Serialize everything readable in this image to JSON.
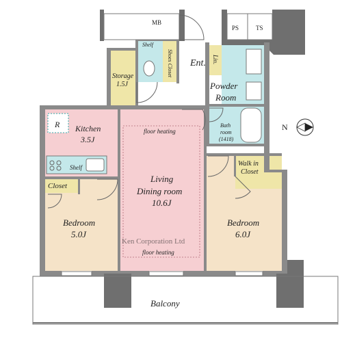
{
  "labels": {
    "mb": "MB",
    "ps": "PS",
    "ts": "TS",
    "shelf_top": "Shelf",
    "shoes_closet": "Shoes Closet",
    "ent": "Ent.",
    "lin": "Lin.",
    "storage": "Storage",
    "storage_size": "1.5J",
    "powder_room_1": "Powder",
    "powder_room_2": "Room",
    "kitchen": "Kitchen",
    "kitchen_size": "3.5J",
    "r": "R",
    "floor_heating_top": "floor heating",
    "floor_heating_bottom": "floor heating",
    "bath_1": "Bath",
    "bath_2": "room",
    "bath_3": "(1418)",
    "shelf_kitchen": "Shelf",
    "walk_in_1": "Walk in",
    "walk_in_2": "Closet",
    "closet": "Closet",
    "living_1": "Living",
    "living_2": "Dining room",
    "living_size": "10.6J",
    "bedroom_left": "Bedroom",
    "bedroom_left_size": "5.0J",
    "bedroom_right": "Bedroom",
    "bedroom_right_size": "6.0J",
    "balcony": "Balcony",
    "north": "N",
    "watermark": "Ken Corporation Ltd"
  },
  "colors": {
    "living": "#f6cfd2",
    "bedroom": "#f5e3c8",
    "wet": "#c4e8ea",
    "storage": "#efe6a8",
    "wall": "#8a8a8a"
  }
}
